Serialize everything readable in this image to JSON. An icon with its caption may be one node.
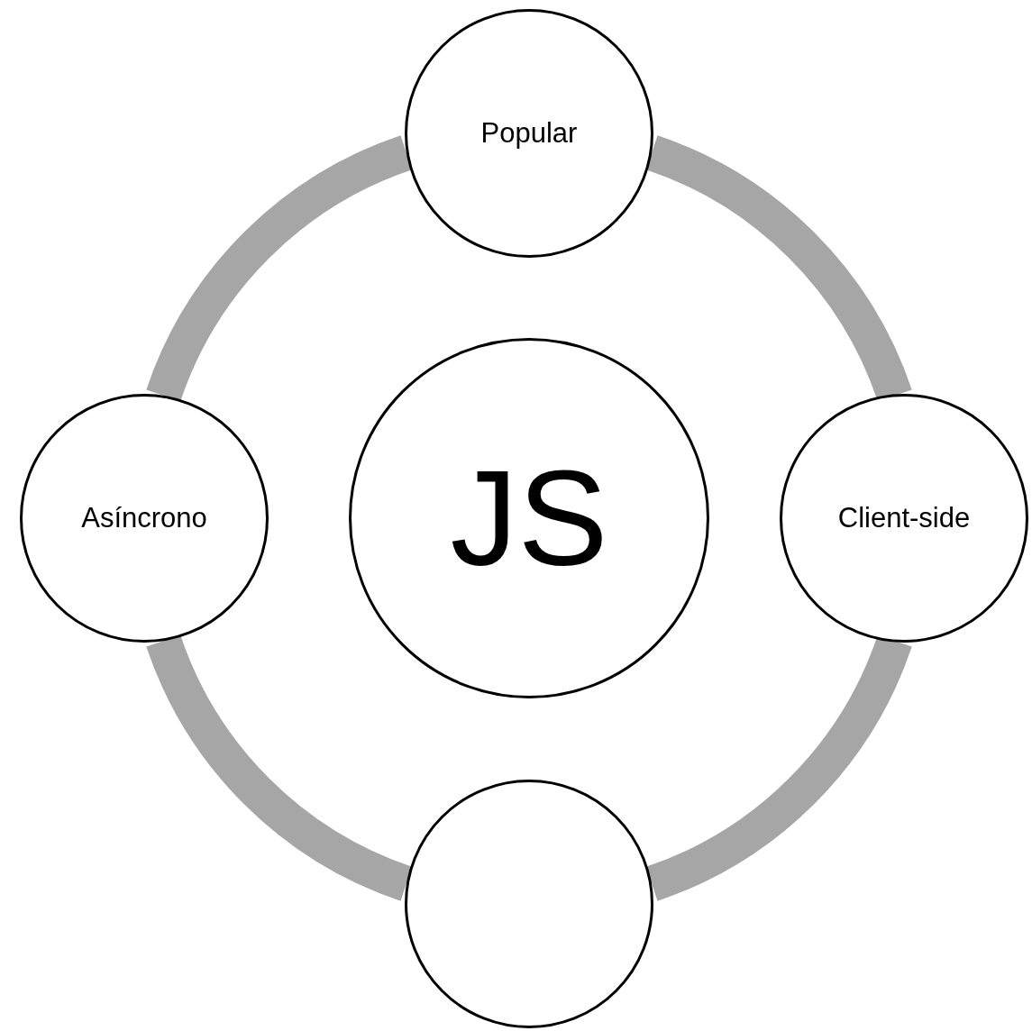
{
  "diagram": {
    "nodes": [
      {
        "text": [
          "Popular"
        ]
      },
      {
        "text": [
          "Asíncrono"
        ]
      },
      {
        "text": [
          "JS"
        ]
      },
      {
        "text": [
          "Client-side"
        ]
      },
      {
        "text": [],
        "shape": "circle"
      }
    ],
    "edges": [
      {
        "from": 0,
        "to": 3,
        "arrow": "none"
      },
      {
        "from": 3,
        "to": 4,
        "arrow": "none"
      },
      {
        "from": 4,
        "to": 1,
        "arrow": "none"
      },
      {
        "from": 1,
        "to": 0,
        "arrow": "none"
      }
    ]
  }
}
